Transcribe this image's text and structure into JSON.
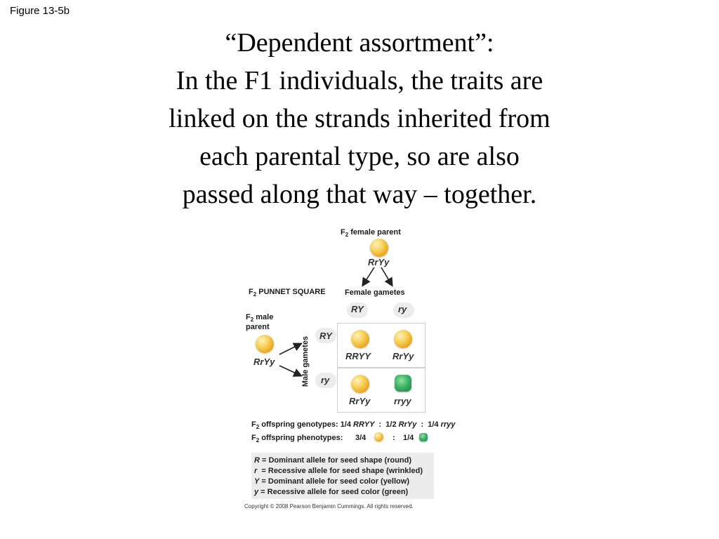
{
  "figure_label": "Figure 13-5b",
  "title_lines": [
    "“Dependent assortment”:",
    "In the F1 individuals, the traits are",
    "linked on the strands inherited from",
    "each parental type, so are also",
    "passed along that way – together."
  ],
  "diagram": {
    "female_parent": {
      "label_prefix": "F",
      "label_sub": "2",
      "label_rest": " female parent",
      "genotype": "RrYy"
    },
    "punnet_label": {
      "prefix": "F",
      "sub": "2",
      "rest": " PUNNET SQUARE"
    },
    "female_gametes_label": "Female gametes",
    "female_gametes": [
      "RY",
      "ry"
    ],
    "male_parent": {
      "label_prefix": "F",
      "label_sub": "2",
      "label_rest1": " male",
      "label_rest2": "parent",
      "genotype": "RrYy"
    },
    "male_gametes_label": "Male gametes",
    "male_gametes": [
      "RY",
      "ry"
    ],
    "cells": [
      {
        "genotype": "RRYY",
        "phenotype": "yellow-round"
      },
      {
        "genotype": "RrYy",
        "phenotype": "yellow-round"
      },
      {
        "genotype": "RrYy",
        "phenotype": "yellow-round"
      },
      {
        "genotype": "rryy",
        "phenotype": "green-wrinkled"
      }
    ],
    "offspring_genotypes": {
      "prefix": "F",
      "sub": "2",
      "rest": " offspring genotypes: 1/4 ",
      "g1": "RRYY",
      "sep1": "  :  1/2 ",
      "g2": "RrYy",
      "sep2": "  :  1/4 ",
      "g3": "rryy"
    },
    "offspring_phenotypes": {
      "prefix": "F",
      "sub": "2",
      "rest": " offspring phenotypes:",
      "ratio1": "3/4",
      "colon": ":",
      "ratio2": "1/4"
    },
    "legend": [
      {
        "symbol": "R",
        "text": " = Dominant allele for seed shape (round)"
      },
      {
        "symbol": "r",
        "text": "  = Recessive allele for seed shape (wrinkled)"
      },
      {
        "symbol": "Y",
        "text": " = Dominant allele for seed color (yellow)"
      },
      {
        "symbol": "y",
        "text": " = Recessive allele for seed color (green)"
      }
    ],
    "copyright": "Copyright © 2008 Pearson Benjamin Cummings. All rights reserved."
  },
  "colors": {
    "yellow_pea": "#f2c045",
    "green_pea": "#2f9e58",
    "grid": "#cfcfcf",
    "legend_bg": "#ececec"
  }
}
